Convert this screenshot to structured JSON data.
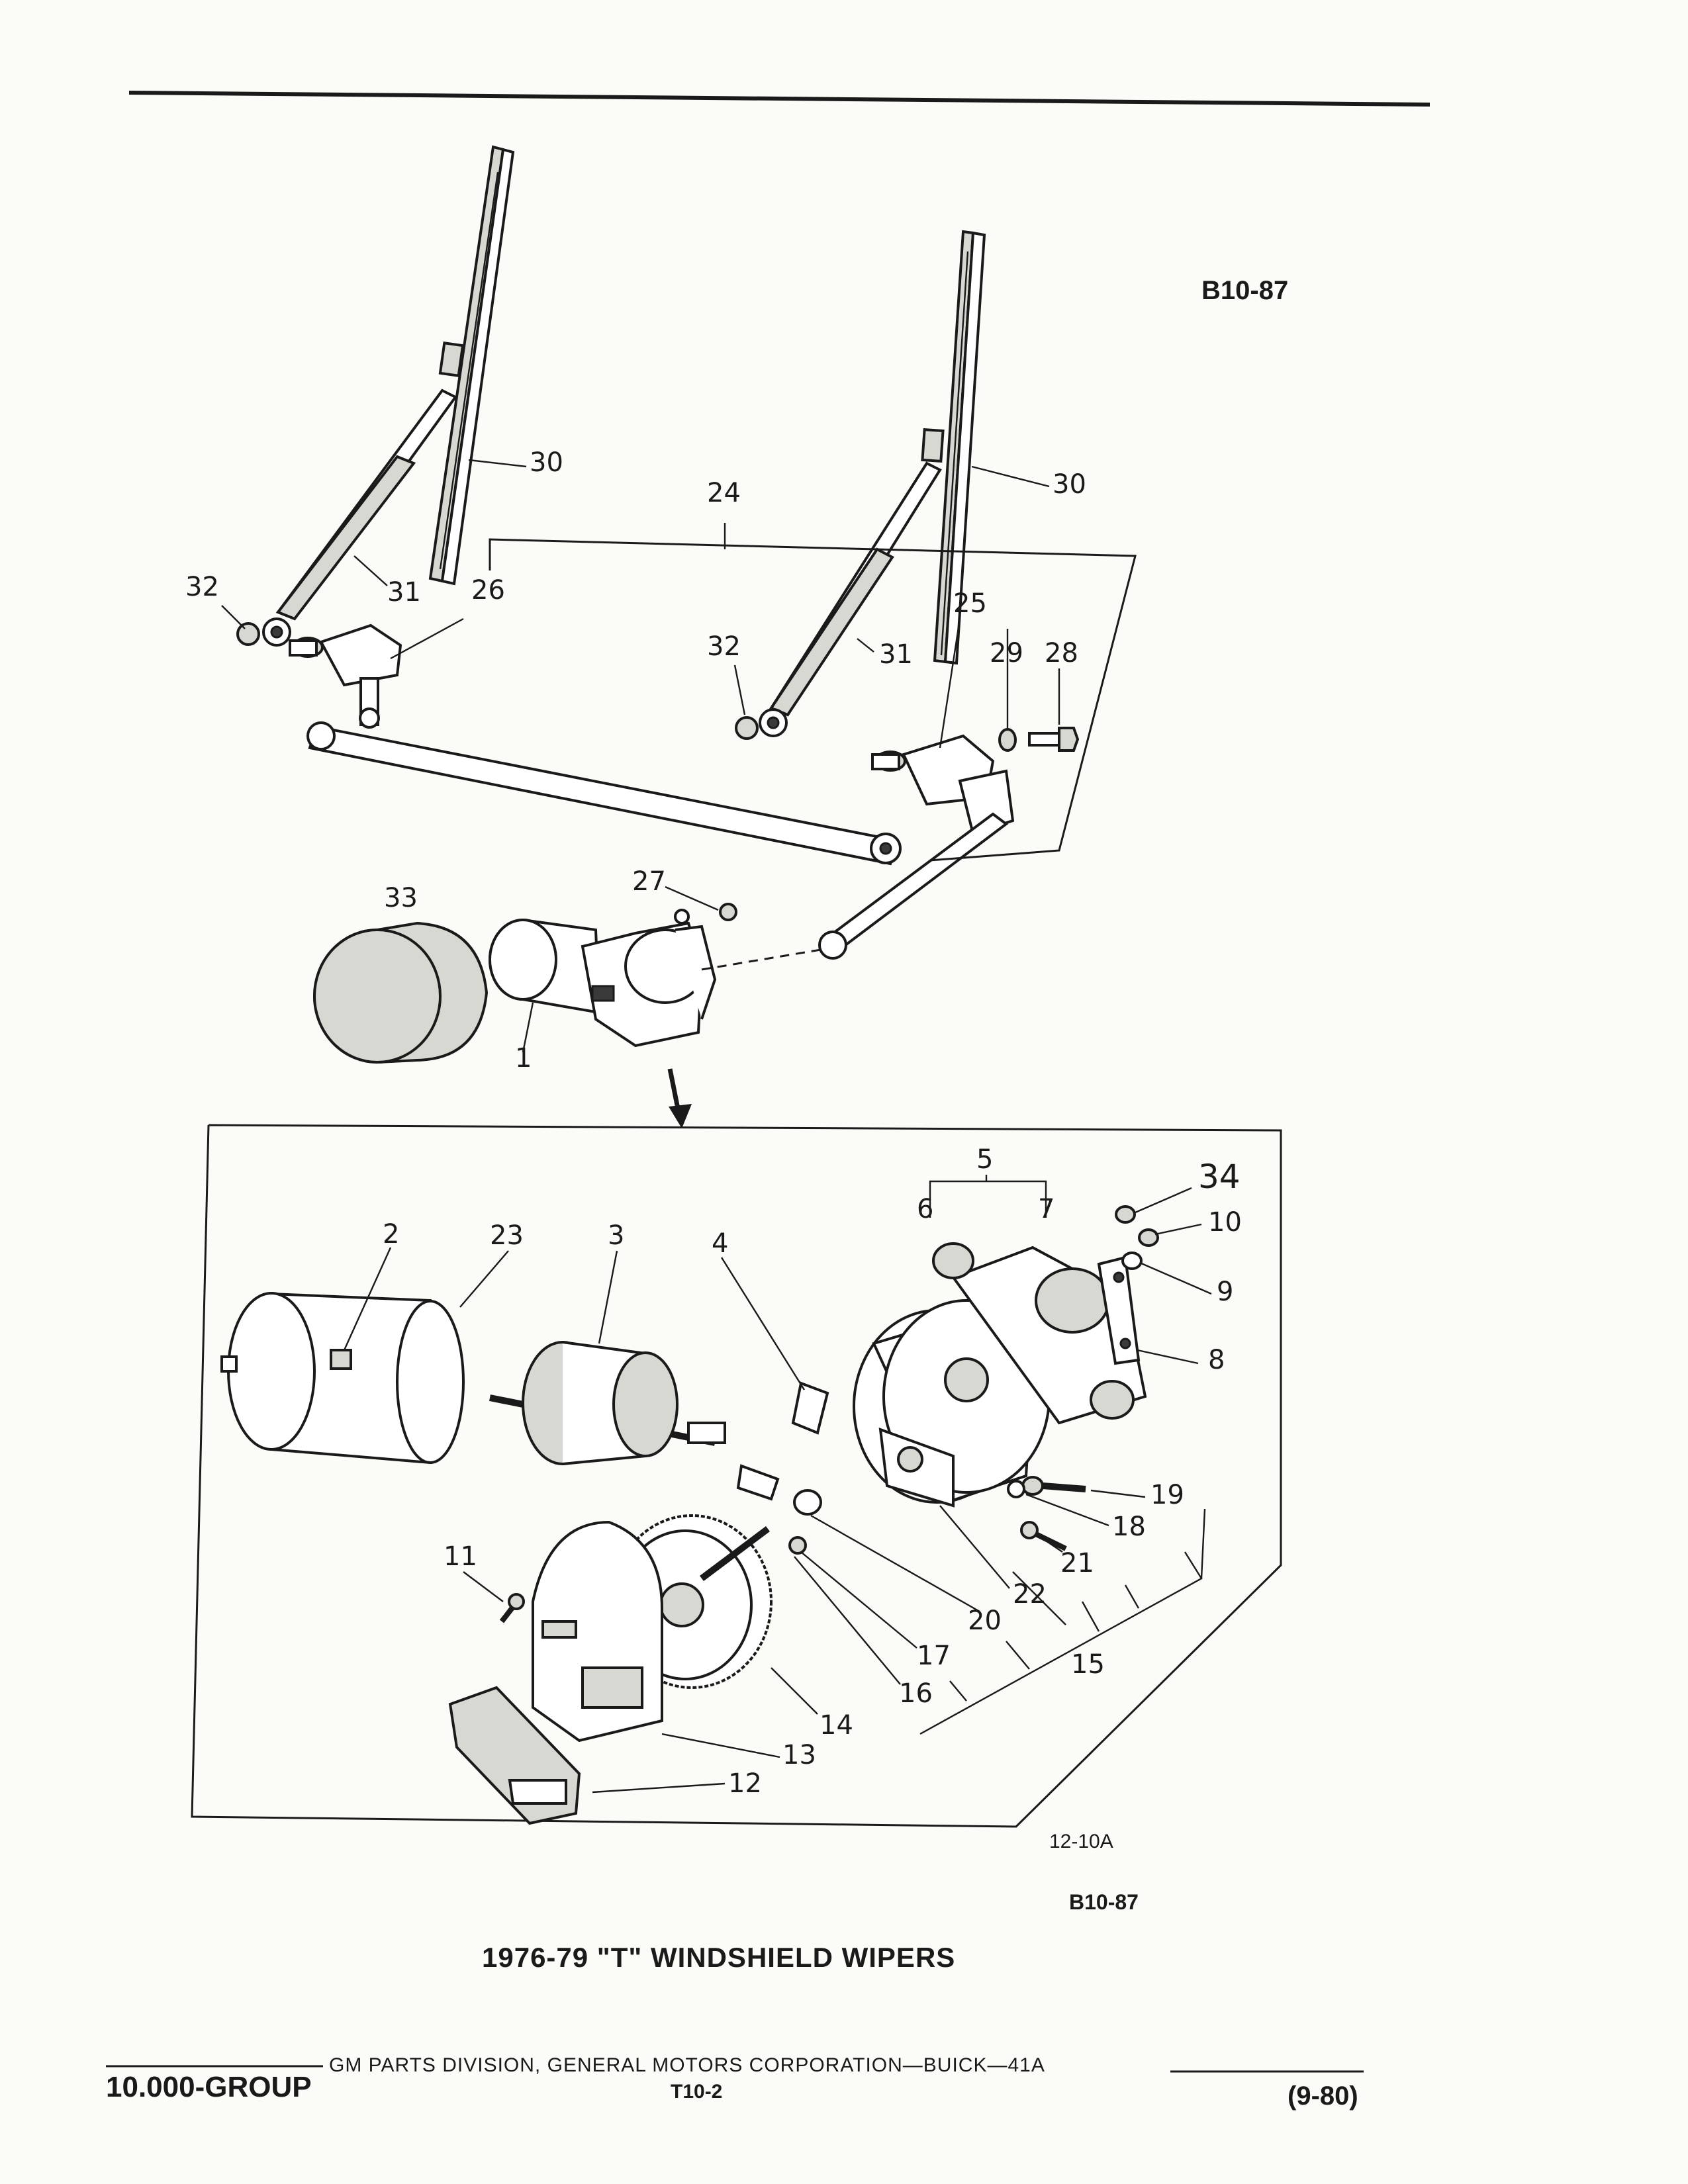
{
  "header": {
    "reference_code": "B10-87"
  },
  "diagram": {
    "callouts": [
      {
        "id": "c30a",
        "label": "30"
      },
      {
        "id": "c30b",
        "label": "30"
      },
      {
        "id": "c24",
        "label": "24"
      },
      {
        "id": "c32a",
        "label": "32"
      },
      {
        "id": "c31a",
        "label": "31"
      },
      {
        "id": "c26",
        "label": "26"
      },
      {
        "id": "c25",
        "label": "25"
      },
      {
        "id": "c32b",
        "label": "32"
      },
      {
        "id": "c31b",
        "label": "31"
      },
      {
        "id": "c29",
        "label": "29"
      },
      {
        "id": "c28",
        "label": "28"
      },
      {
        "id": "c33",
        "label": "33"
      },
      {
        "id": "c27",
        "label": "27"
      },
      {
        "id": "c1",
        "label": "1"
      },
      {
        "id": "c5",
        "label": "5"
      },
      {
        "id": "c34",
        "label": "34"
      },
      {
        "id": "c6",
        "label": "6"
      },
      {
        "id": "c7",
        "label": "7"
      },
      {
        "id": "c2",
        "label": "2"
      },
      {
        "id": "c23",
        "label": "23"
      },
      {
        "id": "c3",
        "label": "3"
      },
      {
        "id": "c4",
        "label": "4"
      },
      {
        "id": "c10",
        "label": "10"
      },
      {
        "id": "c9",
        "label": "9"
      },
      {
        "id": "c8",
        "label": "8"
      },
      {
        "id": "c19",
        "label": "19"
      },
      {
        "id": "c18",
        "label": "18"
      },
      {
        "id": "c11",
        "label": "11"
      },
      {
        "id": "c21",
        "label": "21"
      },
      {
        "id": "c22",
        "label": "22"
      },
      {
        "id": "c20",
        "label": "20"
      },
      {
        "id": "c17",
        "label": "17"
      },
      {
        "id": "c15",
        "label": "15"
      },
      {
        "id": "c16",
        "label": "16"
      },
      {
        "id": "c14",
        "label": "14"
      },
      {
        "id": "c13",
        "label": "13"
      },
      {
        "id": "c12",
        "label": "12"
      }
    ],
    "figure_code": "12-10A",
    "reference_code": "B10-87",
    "caption": "1976-79 \"T\" WINDSHIELD WIPERS"
  },
  "footer": {
    "group": "10.000-GROUP",
    "publisher": "GM PARTS DIVISION, GENERAL MOTORS CORPORATION—BUICK—41A",
    "page": "T10-2",
    "date": "(9-80)"
  }
}
